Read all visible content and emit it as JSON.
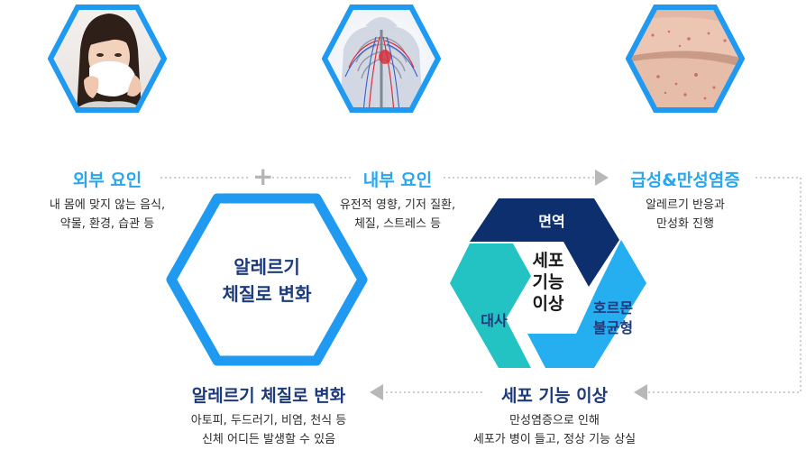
{
  "external": {
    "title": "외부 요인",
    "desc": [
      "내 몸에 맞지 않는 음식,",
      "약물, 환경, 습관 등"
    ],
    "image": "woman-sneezing-photo"
  },
  "internal": {
    "title": "내부 요인",
    "desc": [
      "유전적 영향, 기저 질환,",
      "체질, 스트레스 등"
    ],
    "image": "human-body-vascular-photo"
  },
  "inflammation": {
    "title": "급성&만성염증",
    "desc": [
      "알레르기 반응과",
      "만성화 진행"
    ],
    "image": "skin-rash-arm-photo"
  },
  "allergy_center": {
    "lines": [
      "알레르기",
      "체질로 변화"
    ]
  },
  "cell": {
    "title": "세포 기능 이상",
    "desc": [
      "만성염증으로 인해",
      "세포가 병이 들고, 정상 기능 상실"
    ],
    "cycle": {
      "center": [
        "세포",
        "기능",
        "이상"
      ],
      "immune": "면역",
      "hormone": [
        "호르몬",
        "불균형"
      ],
      "metabolism": "대사"
    }
  },
  "allergy_change": {
    "title": "알레르기 체질로 변화",
    "desc": [
      "아토피, 두드러기, 비염, 천식 등",
      "신체 어디든 발생할 수 있음"
    ]
  },
  "symbols": {
    "plus": "+"
  },
  "colors": {
    "hex_blue": "#1f9af0",
    "title_blue": "#29a6ee",
    "navy": "#1d3a7a",
    "cycle_navy": "#0e2f6e",
    "cycle_blue": "#25aef0",
    "cycle_teal": "#23c3c4",
    "arrow_gray": "#b8b8b8"
  }
}
